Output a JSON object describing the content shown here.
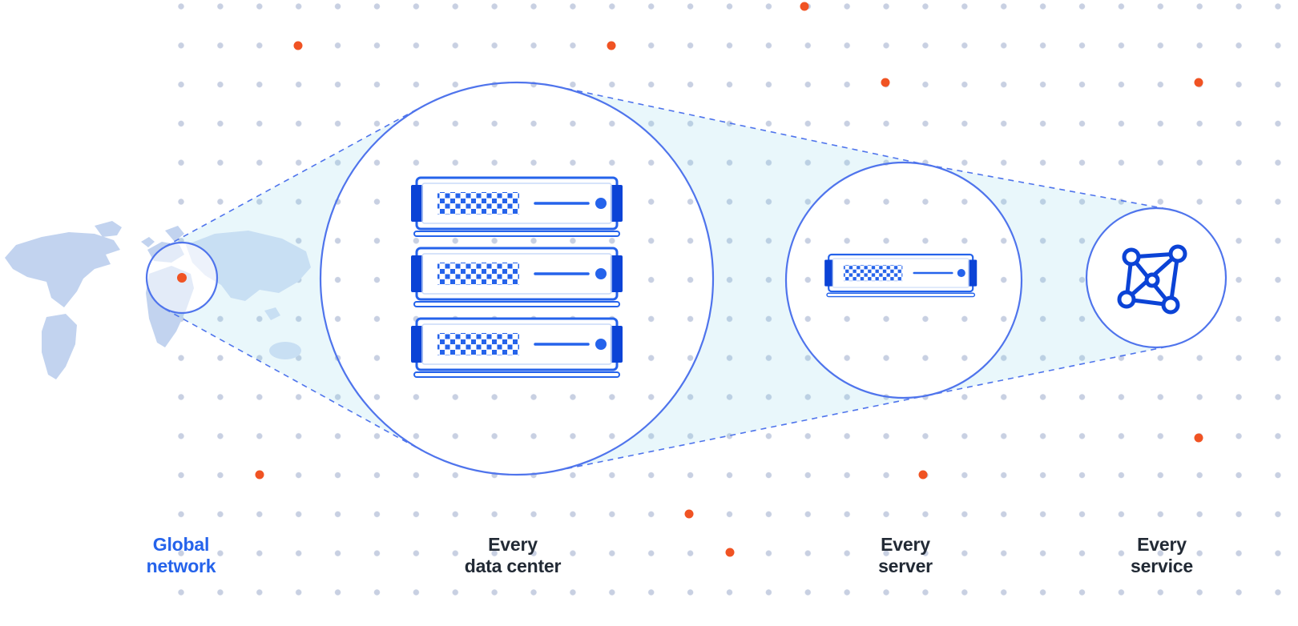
{
  "diagram": {
    "stages": [
      {
        "id": "global-network",
        "label": "Global\nnetwork",
        "icon": "world-map-icon",
        "emphasis": "blue"
      },
      {
        "id": "every-data-center",
        "label": "Every\ndata center",
        "icon": "server-rack-icon",
        "servers_shown": 3
      },
      {
        "id": "every-server",
        "label": "Every\nserver",
        "icon": "server-icon",
        "servers_shown": 1
      },
      {
        "id": "every-service",
        "label": "Every\nservice",
        "icon": "network-mesh-icon"
      }
    ],
    "colors": {
      "accent_blue": "#2563EB",
      "line_blue": "#4F74EC",
      "dark_blue": "#0B43D6",
      "accent_orange": "#F05323",
      "grid_dot": "#C8D0E2",
      "cone_fill": "#7FD0E8",
      "map_fill": "#C2D3EF",
      "map_fill_light": "#D8E2F6",
      "text_dark": "#222A35"
    }
  }
}
